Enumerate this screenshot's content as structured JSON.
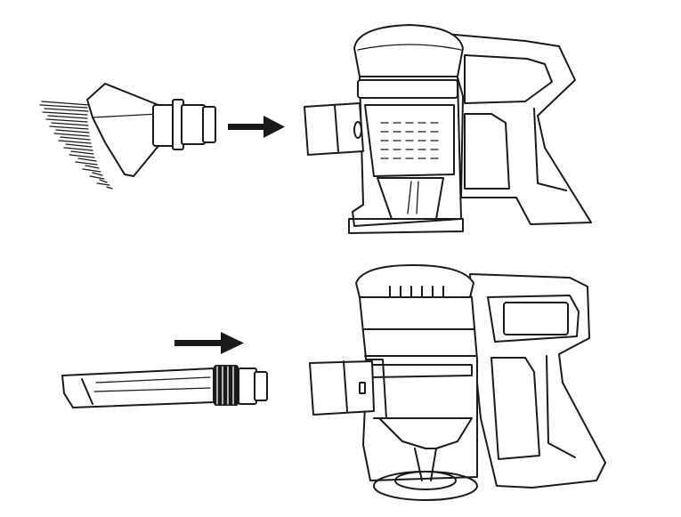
{
  "figure": {
    "steps": [
      {
        "attachment": "brush-nozzle",
        "action": "insert-into-vacuum-inlet",
        "arrow": "right-arrow-icon"
      },
      {
        "attachment": "crevice-tool",
        "action": "insert-into-vacuum-inlet",
        "arrow": "right-arrow-icon"
      }
    ],
    "line_color": "#1a1a1a",
    "background": "#ffffff"
  }
}
